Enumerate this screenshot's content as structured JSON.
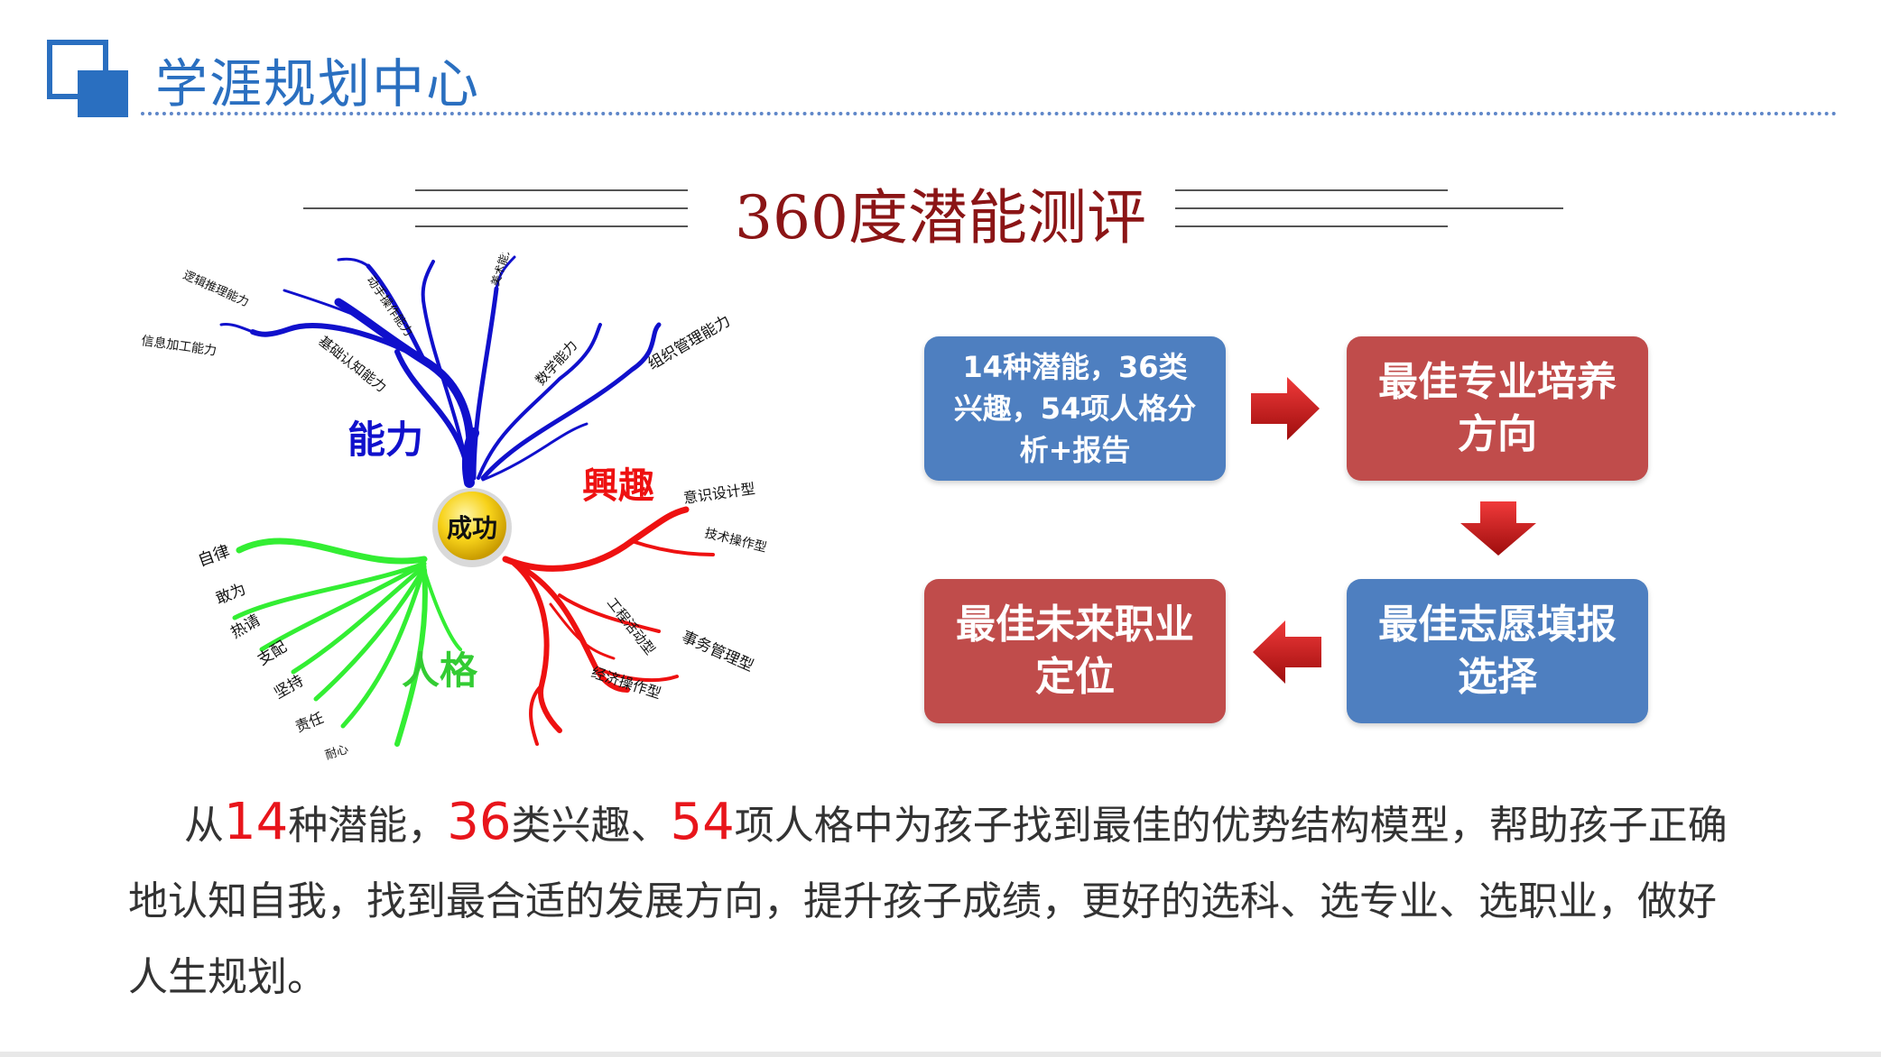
{
  "header": {
    "title": "学涯规划中心"
  },
  "section": {
    "title": "360度潜能测评"
  },
  "mindmap": {
    "center": "成功",
    "ability": {
      "label": "能力",
      "branches": [
        "逻辑推理能力",
        "信息加工能力",
        "基础认知能力",
        "动手操作能力",
        "美术能力",
        "数学能力",
        "组织管理能力"
      ]
    },
    "interest": {
      "label": "興趣",
      "branches": [
        "意识设计型",
        "技术操作型",
        "工程活动型",
        "事务管理型",
        "经济操作型"
      ]
    },
    "personality": {
      "label": "人格",
      "branches": [
        "自律",
        "敢为",
        "热请",
        "支配",
        "坚持",
        "责任",
        "耐心"
      ]
    }
  },
  "flow": {
    "box1": "14种潜能，36类\n兴趣，54项人格分\n析+报告",
    "box2": "最佳专业培养\n方向",
    "box3": "最佳志愿填报\n选择",
    "box4": "最佳未来职业\n定位"
  },
  "description": {
    "p1": "从",
    "n1": "14",
    "p2": "种潜能，",
    "n2": "36",
    "p3": "类兴趣、",
    "n3": "54",
    "p4": "项人格中为孩子找到最佳的优势结构模型，帮助孩子正确地认知自我，找到最合适的发展方向，提升孩子成绩，更好的选科、选专业、选职业，做好人生规划。"
  },
  "colors": {
    "accent_blue": "#2a6fc0",
    "title_red": "#8b1516",
    "box_blue": "#4e7fc0",
    "box_red": "#c04c4b",
    "arrow_red": "#d41f1f",
    "ability_branch": "#1010cc",
    "interest_branch": "#ee1111",
    "personality_branch": "#33ee33"
  }
}
